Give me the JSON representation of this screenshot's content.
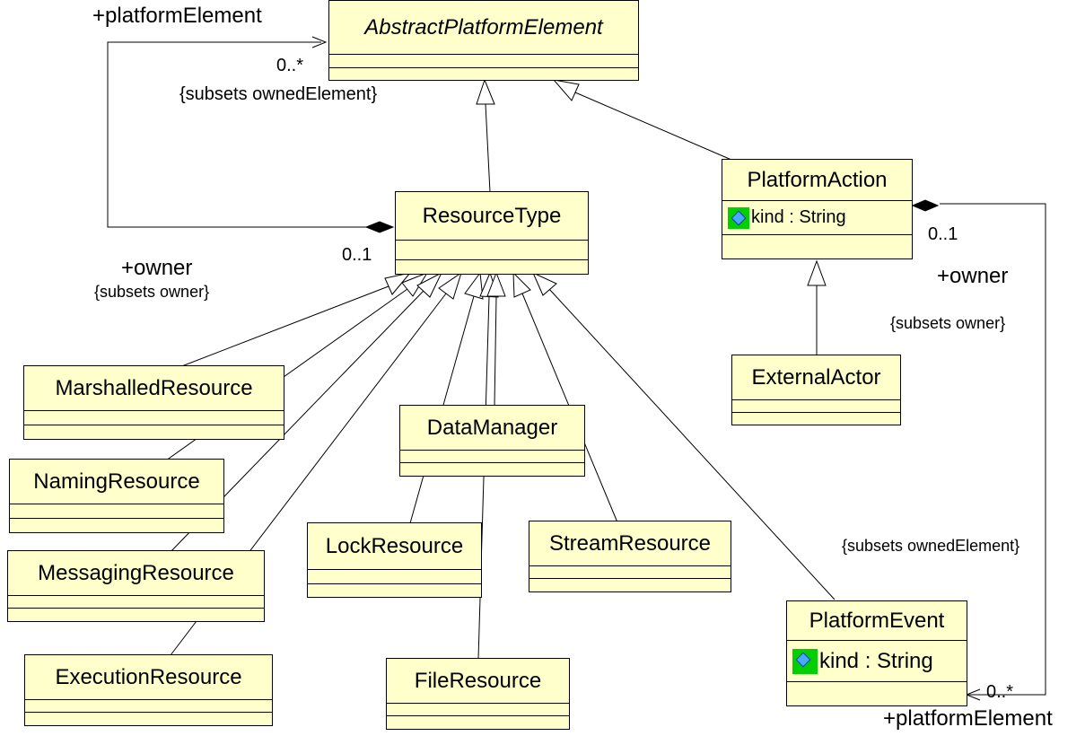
{
  "classes": {
    "abstract_platform_element": {
      "name": "AbstractPlatformElement"
    },
    "resource_type": {
      "name": "ResourceType"
    },
    "platform_action": {
      "name": "PlatformAction",
      "attribute": "kind : String"
    },
    "external_actor": {
      "name": "ExternalActor"
    },
    "marshalled_resource": {
      "name": "MarshalledResource"
    },
    "naming_resource": {
      "name": "NamingResource"
    },
    "messaging_resource": {
      "name": "MessagingResource"
    },
    "execution_resource": {
      "name": "ExecutionResource"
    },
    "data_manager": {
      "name": "DataManager"
    },
    "lock_resource": {
      "name": "LockResource"
    },
    "stream_resource": {
      "name": "StreamResource"
    },
    "file_resource": {
      "name": "FileResource"
    },
    "platform_event": {
      "name": "PlatformEvent",
      "attribute": "kind : String"
    }
  },
  "labels": {
    "top_platform_element": "+platformElement",
    "top_multiplicity_many": "0..*",
    "top_subsets_owned": "{subsets ownedElement}",
    "left_multiplicity_one": "0..1",
    "left_owner": "+owner",
    "left_subsets_owner": "{subsets owner}",
    "right_multiplicity_one": "0..1",
    "right_owner": "+owner",
    "right_subsets_owner": "{subsets owner}",
    "right_subsets_owned": "{subsets ownedElement}",
    "bottom_multiplicity_many": "0..*",
    "bottom_platform_element": "+platformElement"
  },
  "colors": {
    "class_fill": "#ffffcc",
    "icon_green": "#00d000"
  },
  "icons": {
    "attribute_visibility": "public-attribute-icon"
  }
}
